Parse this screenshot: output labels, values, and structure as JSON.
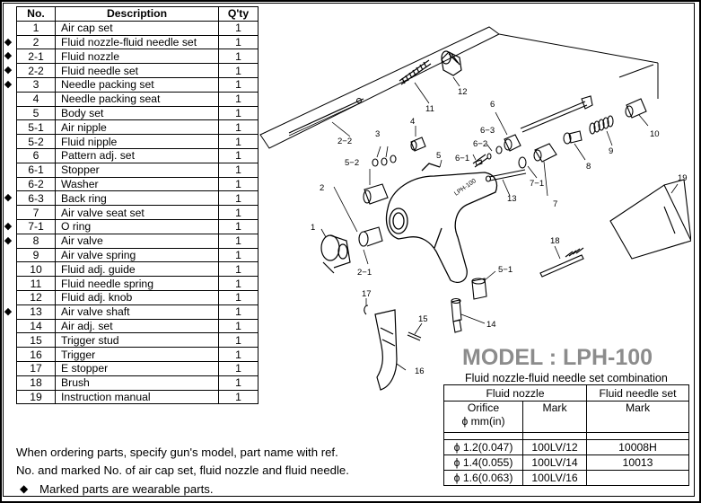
{
  "parts_table": {
    "headers": {
      "no": "No.",
      "description": "Description",
      "qty": "Q'ty"
    },
    "rows": [
      {
        "no": "1",
        "description": "Air cap set",
        "qty": "1",
        "wearable": false
      },
      {
        "no": "2",
        "description": "Fluid nozzle-fluid needle set",
        "qty": "1",
        "wearable": true
      },
      {
        "no": "2-1",
        "description": "Fluid nozzle",
        "qty": "1",
        "wearable": true
      },
      {
        "no": "2-2",
        "description": "Fluid needle set",
        "qty": "1",
        "wearable": true
      },
      {
        "no": "3",
        "description": "Needle packing set",
        "qty": "1",
        "wearable": true
      },
      {
        "no": "4",
        "description": "Needle packing seat",
        "qty": "1",
        "wearable": false
      },
      {
        "no": "5",
        "description": "Body set",
        "qty": "1",
        "wearable": false
      },
      {
        "no": "5-1",
        "description": "Air nipple",
        "qty": "1",
        "wearable": false
      },
      {
        "no": "5-2",
        "description": "Fluid nipple",
        "qty": "1",
        "wearable": false
      },
      {
        "no": "6",
        "description": "Pattern adj. set",
        "qty": "1",
        "wearable": false
      },
      {
        "no": "6-1",
        "description": "Stopper",
        "qty": "1",
        "wearable": false
      },
      {
        "no": "6-2",
        "description": "Washer",
        "qty": "1",
        "wearable": false
      },
      {
        "no": "6-3",
        "description": "Back ring",
        "qty": "1",
        "wearable": true
      },
      {
        "no": "7",
        "description": "Air valve seat set",
        "qty": "1",
        "wearable": false
      },
      {
        "no": "7-1",
        "description": "O ring",
        "qty": "1",
        "wearable": true
      },
      {
        "no": "8",
        "description": "Air valve",
        "qty": "1",
        "wearable": true
      },
      {
        "no": "9",
        "description": "Air valve spring",
        "qty": "1",
        "wearable": false
      },
      {
        "no": "10",
        "description": "Fluid adj. guide",
        "qty": "1",
        "wearable": false
      },
      {
        "no": "11",
        "description": "Fluid needle spring",
        "qty": "1",
        "wearable": false
      },
      {
        "no": "12",
        "description": "Fluid adj. knob",
        "qty": "1",
        "wearable": false
      },
      {
        "no": "13",
        "description": "Air valve shaft",
        "qty": "1",
        "wearable": true
      },
      {
        "no": "14",
        "description": "Air adj. set",
        "qty": "1",
        "wearable": false
      },
      {
        "no": "15",
        "description": "Trigger stud",
        "qty": "1",
        "wearable": false
      },
      {
        "no": "16",
        "description": "Trigger",
        "qty": "1",
        "wearable": false
      },
      {
        "no": "17",
        "description": "E stopper",
        "qty": "1",
        "wearable": false
      },
      {
        "no": "18",
        "description": "Brush",
        "qty": "1",
        "wearable": false
      },
      {
        "no": "19",
        "description": "Instruction manual",
        "qty": "1",
        "wearable": false
      }
    ],
    "marker_glyph": "◆"
  },
  "diagram": {
    "labels": [
      "1",
      "2",
      "2-1",
      "2-2",
      "3",
      "4",
      "5",
      "5-1",
      "5-2",
      "6",
      "6-1",
      "6-2",
      "6-3",
      "7",
      "7-1",
      "8",
      "9",
      "10",
      "11",
      "12",
      "13",
      "14",
      "15",
      "16",
      "17",
      "18",
      "19"
    ],
    "gun_marking": "LPH-100"
  },
  "model": {
    "title": "MODEL : LPH-100",
    "combination_title": "Fluid nozzle-fluid needle set combination",
    "title_color": "#8c8c8c"
  },
  "combination_table": {
    "group_headers": {
      "fluid_nozzle": "Fluid nozzle",
      "fluid_needle_set": "Fluid needle set"
    },
    "sub_headers": {
      "orifice_line1": "Orifice",
      "orifice_line2": "ϕ mm(in)",
      "mark": "Mark",
      "needle_mark": "Mark"
    },
    "rows": [
      {
        "orifice": "ϕ 1.2(0.047)",
        "mark": "100LV/12",
        "needle": "10008H"
      },
      {
        "orifice": "ϕ 1.4(0.055)",
        "mark": "100LV/14",
        "needle": "10013"
      },
      {
        "orifice": "ϕ 1.6(0.063)",
        "mark": "100LV/16",
        "needle": ""
      }
    ]
  },
  "notes": {
    "line1": "When ordering parts, specify gun's model, part name with ref.",
    "line2": "No. and marked No. of air cap set, fluid nozzle and fluid needle.",
    "line3": "Marked parts are wearable parts.",
    "line3_marker": "◆"
  }
}
